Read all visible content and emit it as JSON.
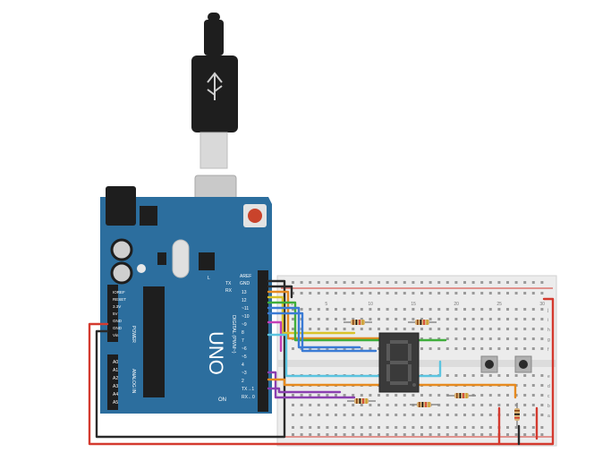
{
  "arduino": {
    "model": "UNO",
    "header_top_left": [
      "AREF",
      "GND"
    ],
    "digital_pins": [
      "13",
      "12",
      "~11",
      "~10",
      "~9",
      "8",
      "7",
      "~6",
      "~5",
      "4",
      "~3",
      "2",
      "TX→1",
      "RX←0"
    ],
    "digital_caption": "DIGITAL (PWM~)",
    "power_pins": [
      "IOREF",
      "RESET",
      "3.3V",
      "5V",
      "GND",
      "GND",
      "Vin"
    ],
    "power_caption": "POWER",
    "analog_pins": [
      "A0",
      "A1",
      "A2",
      "A3",
      "A4",
      "A5"
    ],
    "analog_caption": "ANALOG IN",
    "leds": [
      "TX",
      "RX"
    ],
    "on_label": "ON",
    "l_label": "L"
  },
  "breadboard": {
    "column_numbers": [
      "1",
      "5",
      "10",
      "15",
      "20",
      "25",
      "30"
    ],
    "row_letters_top": [
      "j",
      "i",
      "h",
      "g",
      "f"
    ],
    "row_letters_bottom": [
      "e",
      "d",
      "c",
      "b",
      "a"
    ]
  },
  "display": {
    "digit": "8"
  },
  "colors": {
    "board": "#2c6e9e",
    "board_dark": "#1f5a85",
    "breadboard": "#ececec",
    "red_wire": "#d43a2f",
    "black_wire": "#2a2a2a",
    "orange_wire": "#e68a1f",
    "yellow_wire": "#d9c32a",
    "green_wire": "#3fae3b",
    "blue_wire": "#3a7bd5",
    "cyan_wire": "#5bc4e0",
    "purple_wire": "#8a3fb0",
    "magenta_wire": "#c53fb8"
  },
  "icons": [
    "usb-plug-icon",
    "reset-button-icon"
  ]
}
